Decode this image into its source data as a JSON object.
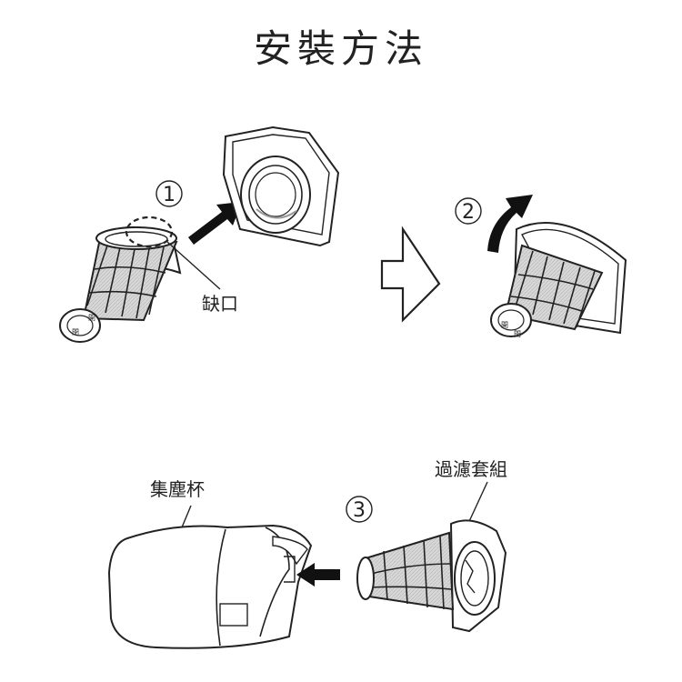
{
  "title": "安裝方法",
  "steps": {
    "step1": "1",
    "step2": "2",
    "step3": "3"
  },
  "labels": {
    "notch": "缺口",
    "dust_cup": "集塵杯",
    "filter_set": "過濾套組"
  },
  "filter_cap_marks": {
    "top": "開",
    "bottom": "閉"
  }
}
